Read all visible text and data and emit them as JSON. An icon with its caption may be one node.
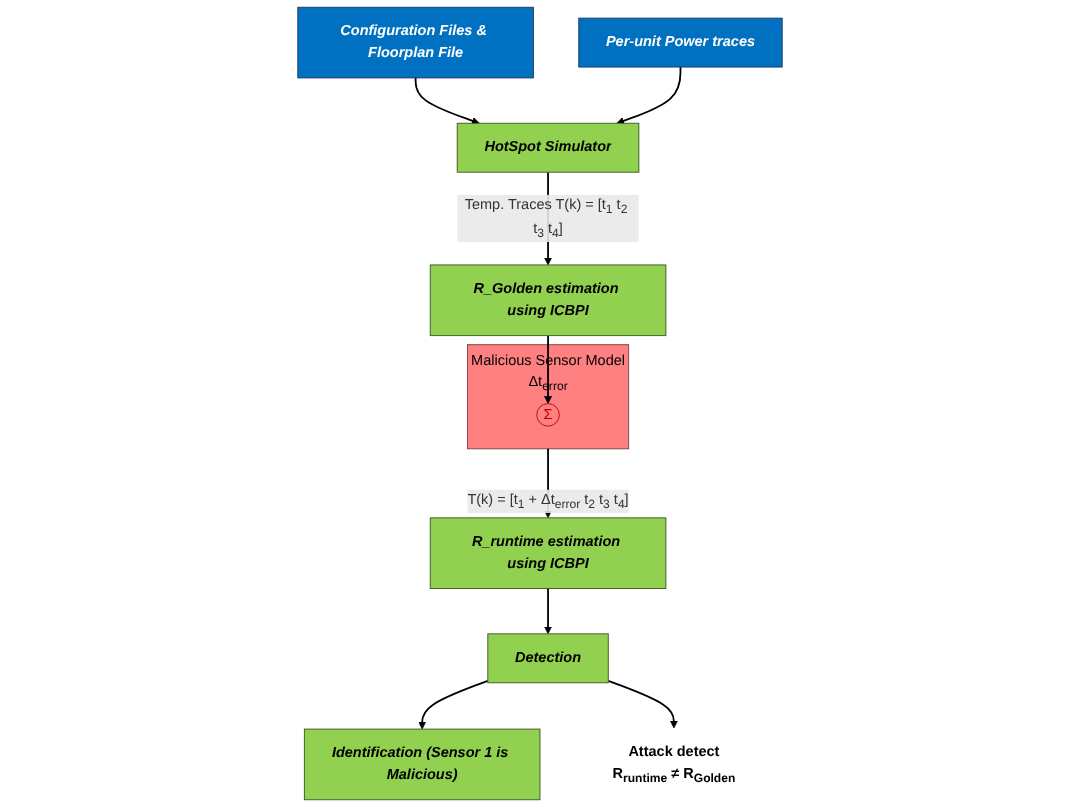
{
  "diagram": {
    "nodes": [
      {
        "text": [
          "Configuration Files & Floorplan File"
        ]
      },
      {
        "text": [
          "HotSpot Simulator"
        ]
      },
      {
        "text": [
          "Per-unit Power traces"
        ]
      },
      {
        "text": [
          "R_Golden estimation using ICBPI"
        ]
      },
      {
        "text": [
          "Malicious Sensor Model",
          "Δt$_{error}$"
        ]
      },
      {
        "text": [
          "Σ"
        ],
        "in": 4
      },
      {
        "text": [
          "R_runtime estimation using ICBPI"
        ]
      },
      {
        "text": [
          "Detection"
        ]
      },
      {
        "text": [
          "Identification (Sensor 1 is Malicious)"
        ]
      },
      {
        "text": [
          "Attack detect",
          "R$_{runtime}$ ≠ R$_{Golden}$"
        ]
      }
    ],
    "edges": [
      {
        "from": 0,
        "to": 1,
        "arrow": "to"
      },
      {
        "from": 2,
        "to": 1,
        "arrow": "to"
      },
      {
        "from": 1,
        "to": 3,
        "arrow": "to",
        "label": "Temp. Traces T(k) = [t$_{1}$ t$_{2}$ t$_{3}$ t$_{4}$]"
      },
      {
        "from": 3,
        "to": 5,
        "arrow": "to"
      },
      {
        "from": 4,
        "to": 6,
        "arrow": "to",
        "label": "T(k) = [t$_{1}$ + Δt$_{error}$ t$_{2}$ t$_{3}$ t$_{4}$]"
      },
      {
        "from": 6,
        "to": 7,
        "arrow": "to"
      },
      {
        "from": 7,
        "to": 8,
        "arrow": "to"
      },
      {
        "from": 7,
        "to": 9,
        "arrow": "to"
      }
    ]
  }
}
